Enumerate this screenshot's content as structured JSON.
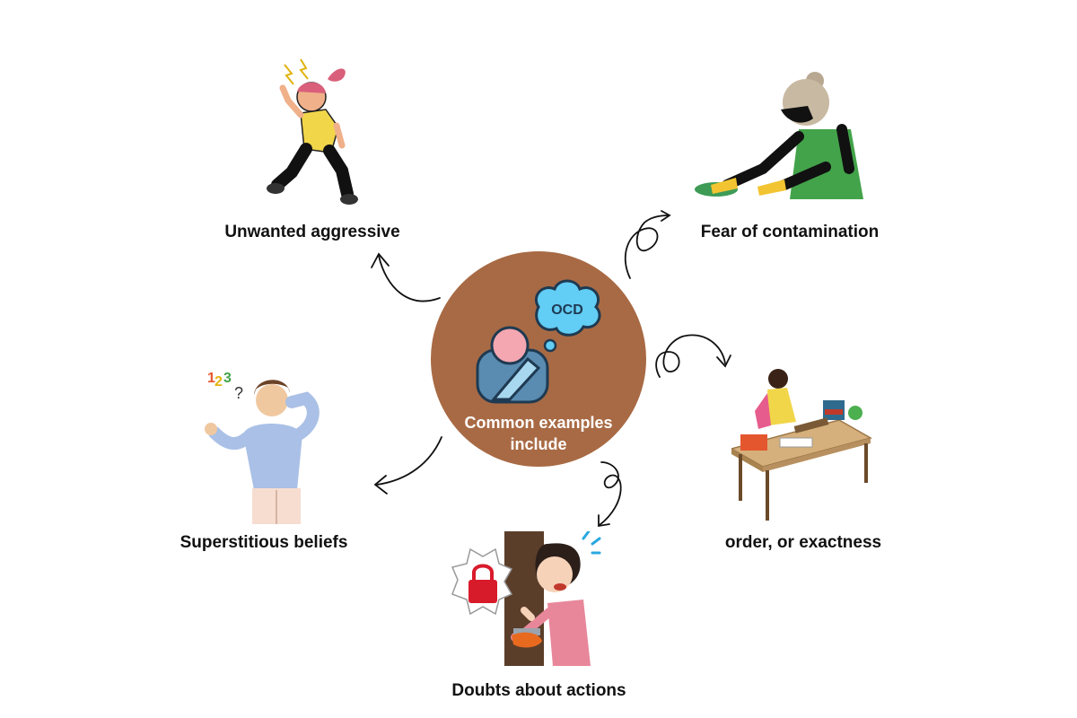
{
  "center": {
    "badge_text": "OCD",
    "line1": "Common examples",
    "line2": "include",
    "circle_color": "#a86a44"
  },
  "examples": [
    {
      "label": "Unwanted aggressive",
      "icon": "angry-runner-icon"
    },
    {
      "label": "Fear of contamination",
      "icon": "cleaning-woman-icon"
    },
    {
      "label": "order, or exactness",
      "icon": "organized-desk-icon"
    },
    {
      "label": "Doubts about actions",
      "icon": "lock-checking-icon"
    },
    {
      "label": "Superstitious beliefs",
      "icon": "confused-man-icon"
    }
  ],
  "colors": {
    "text": "#111111",
    "arrow": "#111111",
    "badge_fill": "#62cdf5",
    "figure_head": "#f4a7b1",
    "figure_body": "#5a8bb0"
  }
}
